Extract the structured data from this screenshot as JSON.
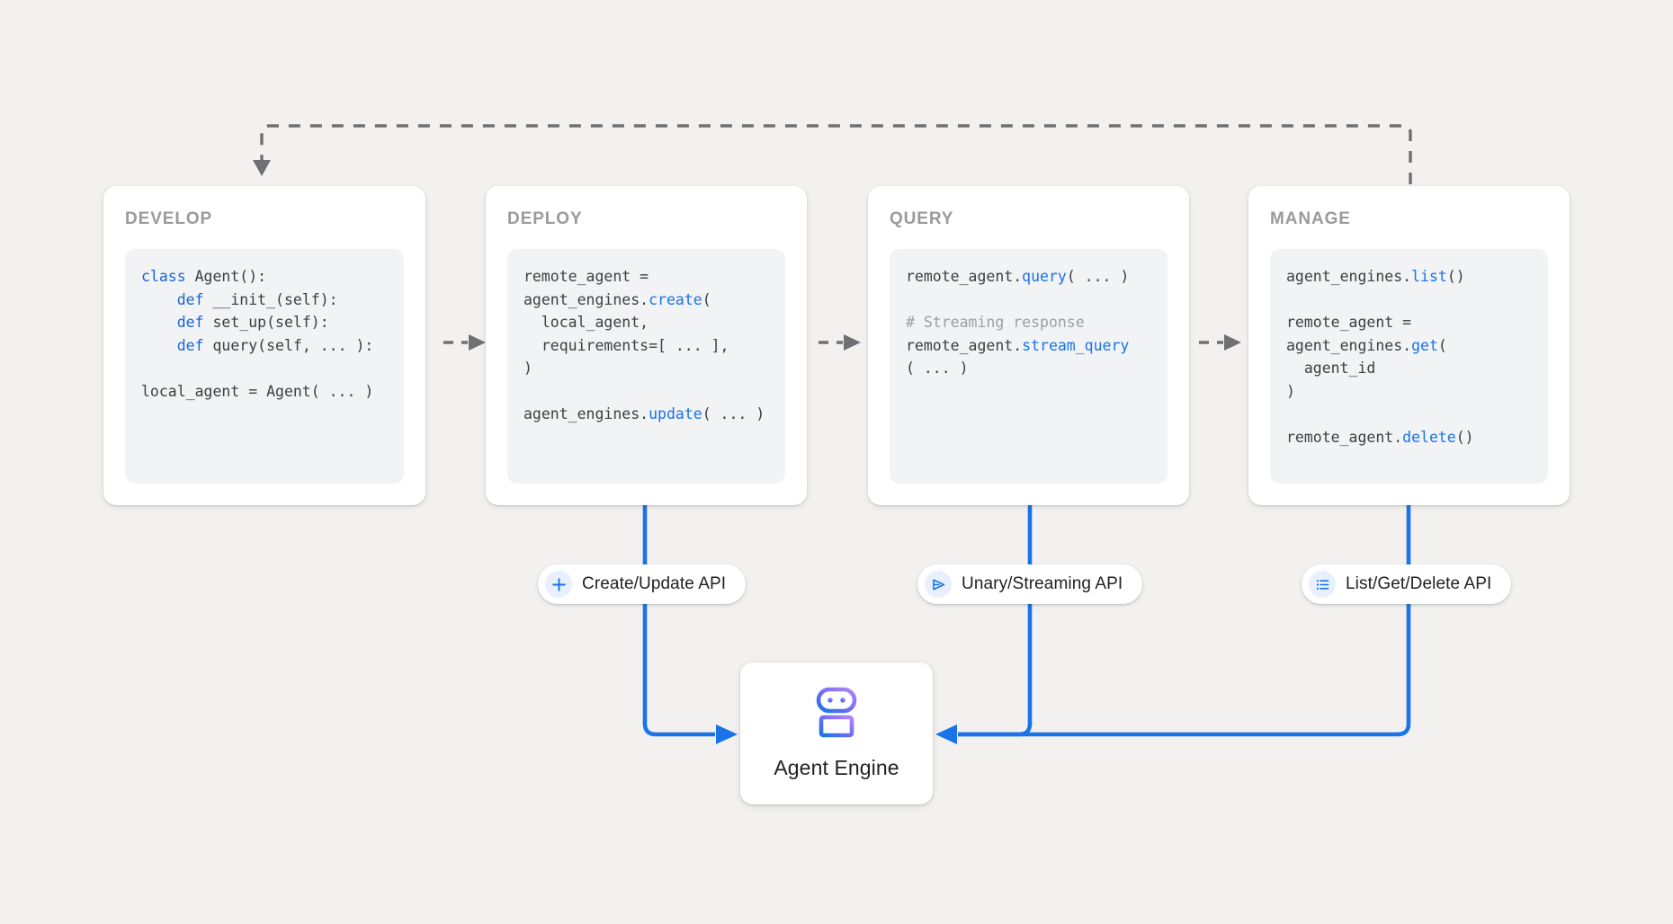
{
  "canvas": {
    "background": "#f2f1ef",
    "accent_blue": "#1a73e8",
    "dashed_gray": "#6e7073"
  },
  "stages": [
    {
      "id": "develop",
      "title": "DEVELOP",
      "code_lines": [
        {
          "segments": [
            {
              "t": "class ",
              "c": "kw"
            },
            {
              "t": "Agent():",
              "c": ""
            }
          ]
        },
        {
          "segments": [
            {
              "t": "    ",
              "c": ""
            },
            {
              "t": "def ",
              "c": "kw"
            },
            {
              "t": "__init_(self):",
              "c": ""
            }
          ]
        },
        {
          "segments": [
            {
              "t": "    ",
              "c": ""
            },
            {
              "t": "def ",
              "c": "kw"
            },
            {
              "t": "set_up(self):",
              "c": ""
            }
          ]
        },
        {
          "segments": [
            {
              "t": "    ",
              "c": ""
            },
            {
              "t": "def ",
              "c": "kw"
            },
            {
              "t": "query(self, ... ):",
              "c": ""
            }
          ]
        },
        {
          "segments": [
            {
              "t": "",
              "c": ""
            }
          ]
        },
        {
          "segments": [
            {
              "t": "local_agent = Agent( ... )",
              "c": ""
            }
          ]
        }
      ]
    },
    {
      "id": "deploy",
      "title": "DEPLOY",
      "code_lines": [
        {
          "segments": [
            {
              "t": "remote_agent =",
              "c": ""
            }
          ]
        },
        {
          "segments": [
            {
              "t": "agent_engines.",
              "c": ""
            },
            {
              "t": "create",
              "c": "fn"
            },
            {
              "t": "(",
              "c": ""
            }
          ]
        },
        {
          "segments": [
            {
              "t": "  local_agent,",
              "c": ""
            }
          ]
        },
        {
          "segments": [
            {
              "t": "  requirements=[ ... ],",
              "c": ""
            }
          ]
        },
        {
          "segments": [
            {
              "t": ")",
              "c": ""
            }
          ]
        },
        {
          "segments": [
            {
              "t": "",
              "c": ""
            }
          ]
        },
        {
          "segments": [
            {
              "t": "agent_engines.",
              "c": ""
            },
            {
              "t": "update",
              "c": "fn"
            },
            {
              "t": "( ... )",
              "c": ""
            }
          ]
        }
      ]
    },
    {
      "id": "query",
      "title": "QUERY",
      "code_lines": [
        {
          "segments": [
            {
              "t": "remote_agent.",
              "c": ""
            },
            {
              "t": "query",
              "c": "fn"
            },
            {
              "t": "( ... )",
              "c": ""
            }
          ]
        },
        {
          "segments": [
            {
              "t": "",
              "c": ""
            }
          ]
        },
        {
          "segments": [
            {
              "t": "# Streaming response",
              "c": "cmt"
            }
          ]
        },
        {
          "segments": [
            {
              "t": "remote_agent.",
              "c": ""
            },
            {
              "t": "stream_query",
              "c": "fn"
            }
          ]
        },
        {
          "segments": [
            {
              "t": "( ... )",
              "c": ""
            }
          ]
        }
      ]
    },
    {
      "id": "manage",
      "title": "MANAGE",
      "code_lines": [
        {
          "segments": [
            {
              "t": "agent_engines.",
              "c": ""
            },
            {
              "t": "list",
              "c": "fn"
            },
            {
              "t": "()",
              "c": ""
            }
          ]
        },
        {
          "segments": [
            {
              "t": "",
              "c": ""
            }
          ]
        },
        {
          "segments": [
            {
              "t": "remote_agent =",
              "c": ""
            }
          ]
        },
        {
          "segments": [
            {
              "t": "agent_engines.",
              "c": ""
            },
            {
              "t": "get",
              "c": "fn"
            },
            {
              "t": "(",
              "c": ""
            }
          ]
        },
        {
          "segments": [
            {
              "t": "  agent_id",
              "c": ""
            }
          ]
        },
        {
          "segments": [
            {
              "t": ")",
              "c": ""
            }
          ]
        },
        {
          "segments": [
            {
              "t": "",
              "c": ""
            }
          ]
        },
        {
          "segments": [
            {
              "t": "remote_agent.",
              "c": ""
            },
            {
              "t": "delete",
              "c": "fn"
            },
            {
              "t": "()",
              "c": ""
            }
          ]
        }
      ]
    }
  ],
  "api_pills": [
    {
      "id": "create-update",
      "label": "Create/Update API",
      "icon": "plus-icon"
    },
    {
      "id": "unary-streaming",
      "label": "Unary/Streaming API",
      "icon": "send-arrow-icon"
    },
    {
      "id": "list-get-delete",
      "label": "List/Get/Delete API",
      "icon": "list-icon"
    }
  ],
  "agent_engine": {
    "label": "Agent Engine",
    "icon": "robot-icon",
    "gradient_from": "#a97cf8",
    "gradient_to": "#1a73e8"
  },
  "flow": {
    "forward_arrows": 3,
    "feedback_loop": "manage-back-to-develop"
  }
}
